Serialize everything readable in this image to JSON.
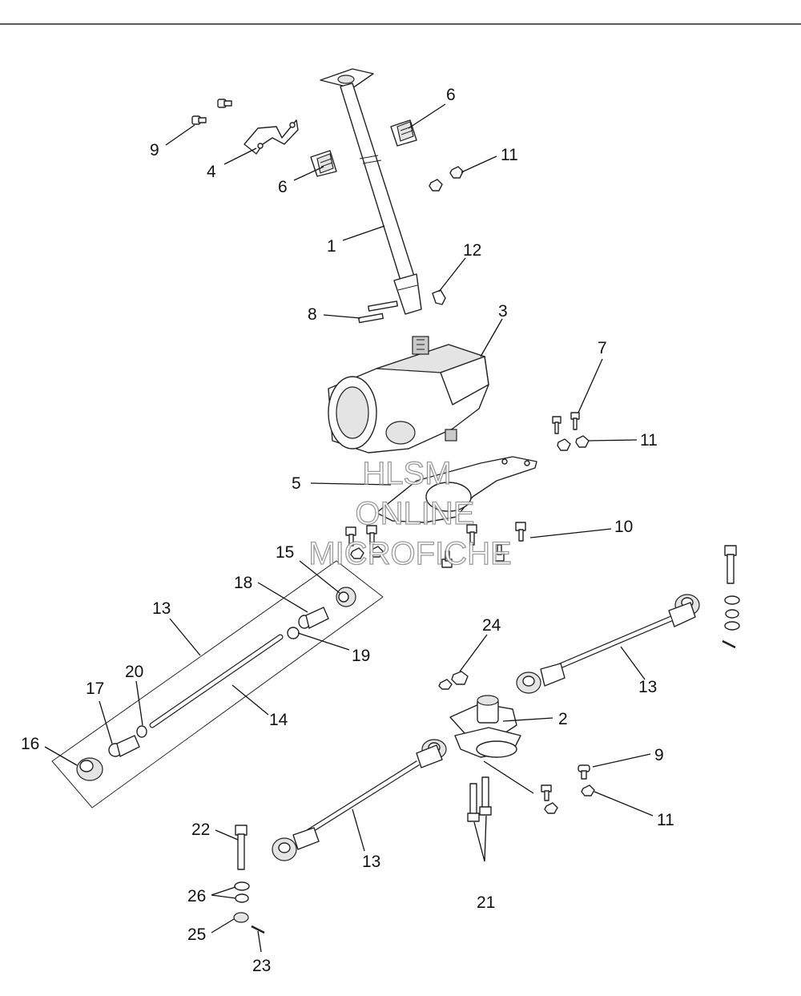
{
  "diagram": {
    "watermark": {
      "line1": "HLSM",
      "line2": "ONLINE",
      "line3": "MICROFICHE"
    },
    "callouts": {
      "c1": "1",
      "c2": "2",
      "c3": "3",
      "c4": "4",
      "c5": "5",
      "c6a": "6",
      "c6b": "6",
      "c7": "7",
      "c8": "8",
      "c9a": "9",
      "c9b": "9",
      "c10": "10",
      "c11a": "11",
      "c11b": "11",
      "c11c": "11",
      "c12": "12",
      "c13a": "13",
      "c13b": "13",
      "c13c": "13",
      "c14": "14",
      "c15": "15",
      "c16": "16",
      "c17": "17",
      "c18": "18",
      "c19": "19",
      "c20": "20",
      "c21": "21",
      "c22": "22",
      "c23": "23",
      "c24": "24",
      "c25": "25",
      "c26": "26"
    }
  }
}
